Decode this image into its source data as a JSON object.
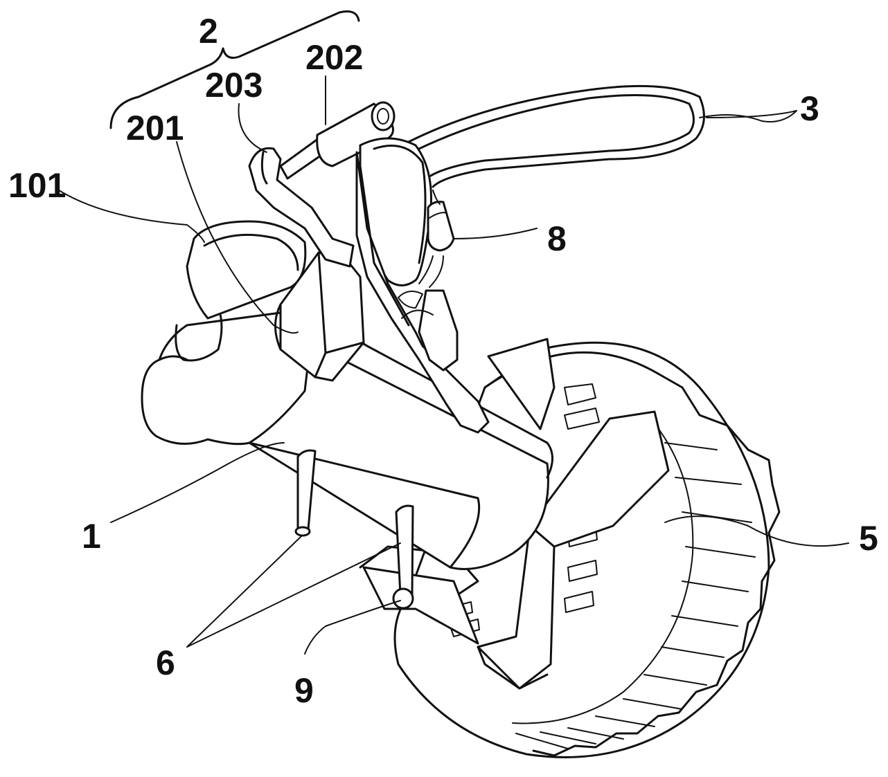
{
  "labels": {
    "l2": "2",
    "l202": "202",
    "l203": "203",
    "l201": "201",
    "l101": "101",
    "l3": "3",
    "l8": "8",
    "l1": "1",
    "l5": "5",
    "l6": "6",
    "l9": "9"
  },
  "colors": {
    "ink": "#111111",
    "paper": "#ffffff"
  }
}
